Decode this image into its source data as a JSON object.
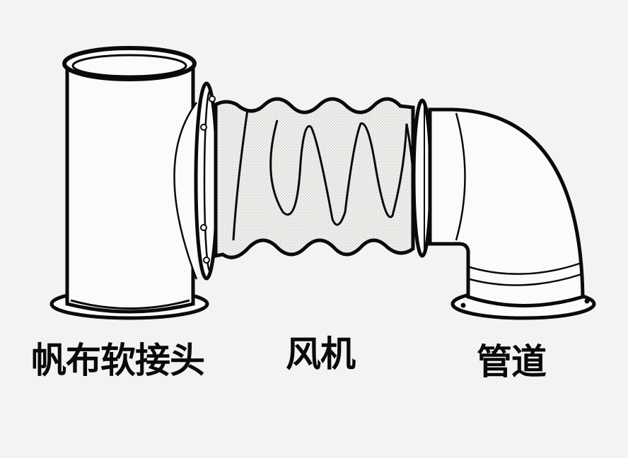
{
  "diagram": {
    "type": "line-drawing",
    "background_color": "#f3f3f1",
    "line_color": "#0a0a0a",
    "components": [
      {
        "id": "vertical-duct",
        "shape": "cylinder-with-base-flange"
      },
      {
        "id": "canvas-bellows",
        "shape": "corrugated-flexible-sleeve-with-flanges"
      },
      {
        "id": "elbow-duct",
        "shape": "90-degree-elbow-with-base-flange"
      }
    ],
    "labels": [
      {
        "text": "帆布软接头",
        "position": "left"
      },
      {
        "text": "风机",
        "position": "center"
      },
      {
        "text": "管道",
        "position": "right"
      }
    ]
  }
}
